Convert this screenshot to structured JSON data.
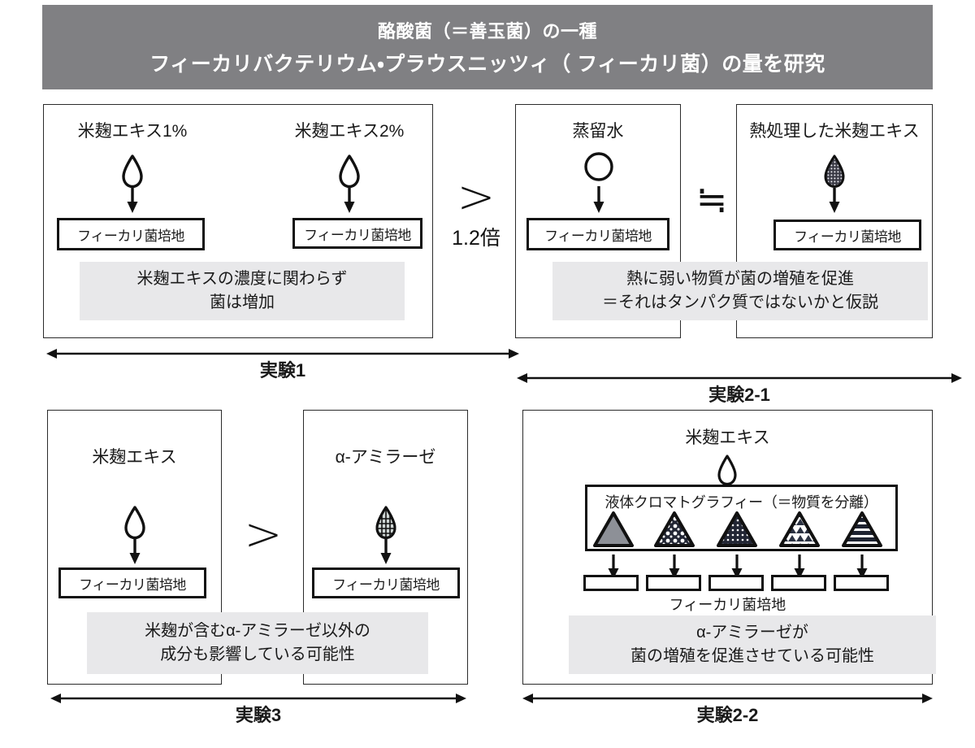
{
  "header": {
    "line1": "酪酸菌（＝善玉菌）の一種",
    "line2": "フィーカリバクテリウム・プラウスニッツィ（ フィーカリ菌）の量を研究"
  },
  "colors": {
    "header_bg": "#808083",
    "header_text": "#ffffff",
    "panel_border": "#2b2b2b",
    "ink": "#1a1a1a",
    "conclusion_bg": "#e8e8ea",
    "medium_border": "#111111"
  },
  "medium_label": "フィーカリ菌培地",
  "experiments": {
    "exp1": {
      "span_label": "実験1",
      "conclusion": [
        "米麹エキスの濃度に関わらず",
        "菌は増加"
      ],
      "arms": [
        {
          "title": "米麹エキス1%",
          "icon": "drop-outline-icon",
          "medium": "フィーカリ菌培地"
        },
        {
          "title": "米麹エキス2%",
          "icon": "drop-outline-icon",
          "medium": "フィーカリ菌培地"
        }
      ],
      "operator": {
        "symbol": ">",
        "sublabel": "1.2倍",
        "name": "greater-than-operator"
      }
    },
    "exp2_1": {
      "span_label": "実験2-1",
      "conclusion": [
        "熱に弱い物質が菌の増殖を促進",
        "＝それはタンパク質ではないかと仮説"
      ],
      "arms": [
        {
          "title": "蒸留水",
          "icon": "circle-outline-icon",
          "medium": "フィーカリ菌培地"
        },
        {
          "title": "熱処理した米麹エキス",
          "icon": "drop-dotted-icon",
          "medium": "フィーカリ菌培地"
        }
      ],
      "operator": {
        "symbol": "≒",
        "sublabel": "",
        "name": "approximately-equal-operator"
      }
    },
    "exp3": {
      "span_label": "実験3",
      "conclusion": [
        "米麹が含むα-アミラーゼ以外の",
        "成分も影響している可能性"
      ],
      "arms": [
        {
          "title": "米麹エキス",
          "icon": "drop-outline-icon",
          "medium": "フィーカリ菌培地"
        },
        {
          "title": "α-アミラーゼ",
          "icon": "drop-grid-icon",
          "medium": "フィーカリ菌培地"
        }
      ],
      "operator": {
        "symbol": ">",
        "sublabel": "",
        "name": "greater-than-operator"
      }
    },
    "exp2_2": {
      "span_label": "実験2-2",
      "source_title": "米麹エキス",
      "source_icon": "drop-outline-icon",
      "chromatography_title": "液体クロマトグラフィー（＝物質を分離）",
      "fractions": [
        {
          "name": "fraction-1",
          "pattern": "gray-solid"
        },
        {
          "name": "fraction-2",
          "pattern": "dark-blobs"
        },
        {
          "name": "fraction-3",
          "pattern": "dark-dots"
        },
        {
          "name": "fraction-4",
          "pattern": "outline-peaks"
        },
        {
          "name": "fraction-5",
          "pattern": "dark-stripes"
        }
      ],
      "strips_label": "フィーカリ菌培地",
      "conclusion": [
        "α-アミラーゼが",
        "菌の増殖を促進させている可能性"
      ]
    }
  }
}
